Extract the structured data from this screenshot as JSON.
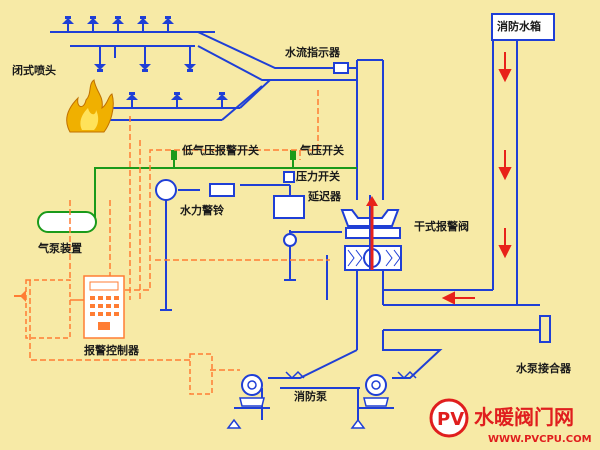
{
  "labels": {
    "closed_sprinkler": "闭式喷头",
    "water_flow_indicator": "水流指示器",
    "fire_tank": "消防水箱",
    "low_air_pressure_switch": "低气压报警开关",
    "air_pressure_switch": "气压开关",
    "pressure_switch": "压力开关",
    "water_motor_alarm": "水力警铃",
    "delay_device": "延迟器",
    "dry_alarm_valve": "干式报警阀",
    "air_pump": "气泵装置",
    "alarm_controller": "报警控制器",
    "fire_pump": "消防泵",
    "pump_adapter": "水泵接合器"
  },
  "watermark": {
    "brand_text": "水暖阀门网",
    "url_text": "WWW.PVCPU.COM",
    "logo_letters": "PV"
  },
  "colors": {
    "background": "#f7eaa6",
    "water_pipe": "#1f3fd6",
    "air_pipe": "#1a9a1a",
    "signal_line": "#ff7d33",
    "flow_arrow": "#e8221a",
    "flame": "#f0b000"
  }
}
